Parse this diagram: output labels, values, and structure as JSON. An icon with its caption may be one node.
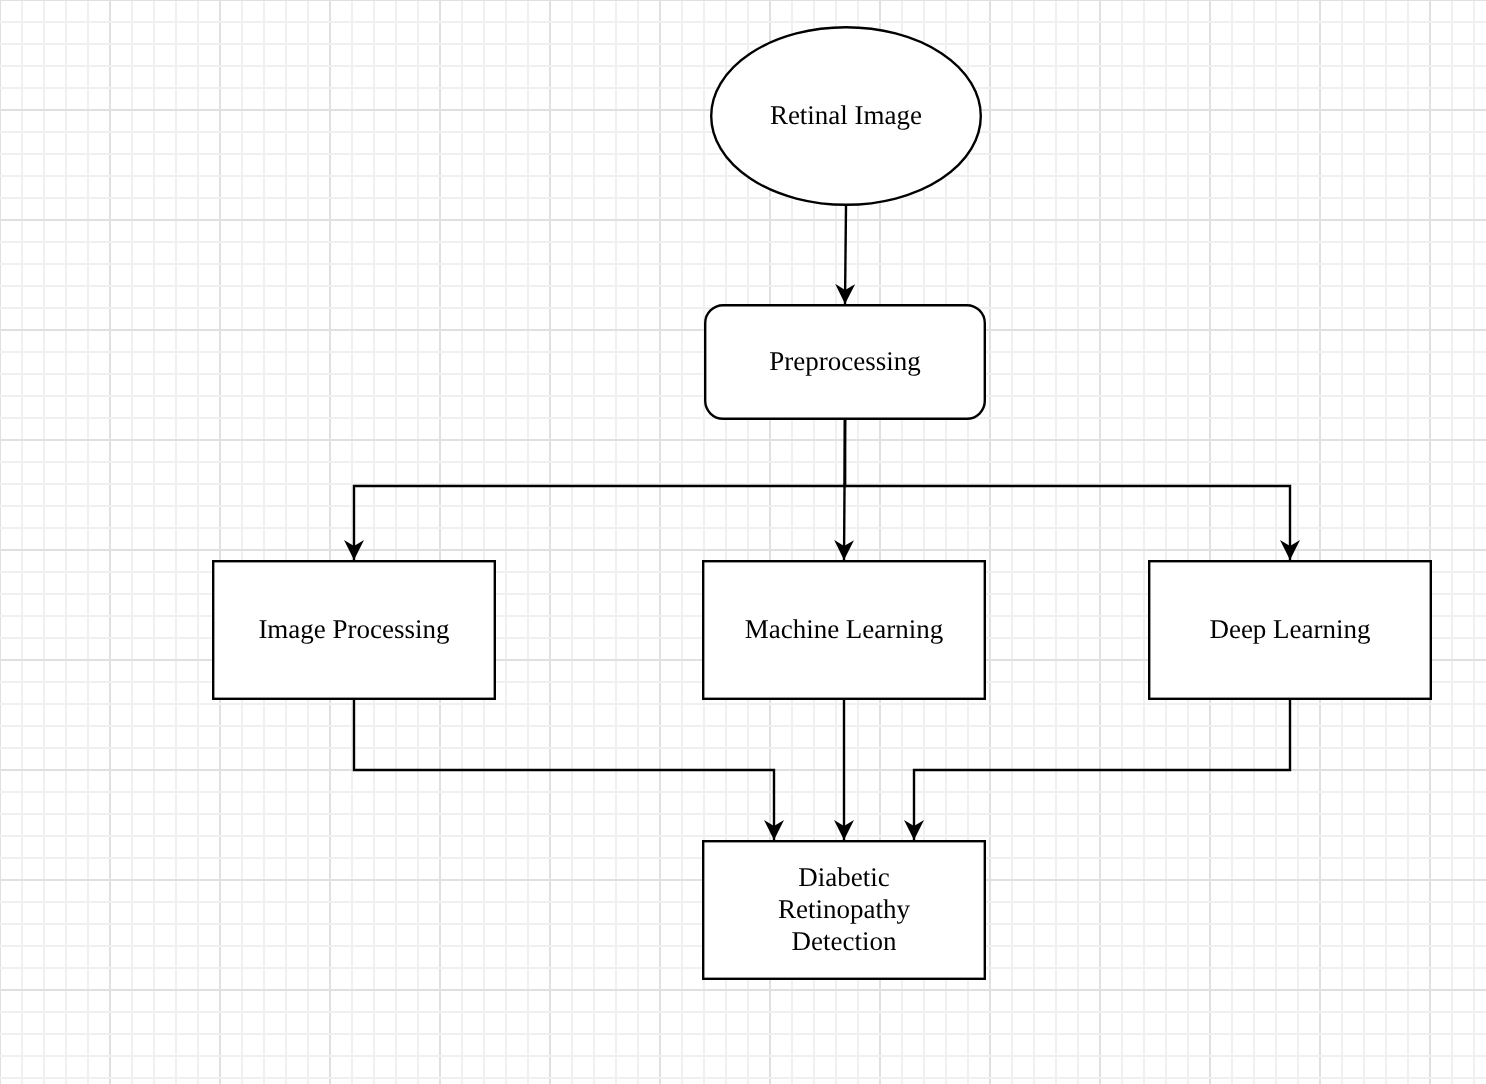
{
  "diagram": {
    "nodes": [
      {
        "text": [
          "Retinal Image"
        ]
      },
      {
        "text": [
          "Preprocessing"
        ]
      },
      {
        "text": [
          "Image Processing"
        ]
      },
      {
        "text": [
          "Machine Learning"
        ]
      },
      {
        "text": [
          "Deep Learning"
        ]
      },
      {
        "text": [
          "Diabetic Retinopathy Detection"
        ]
      }
    ],
    "edges": [
      {
        "from": 0,
        "to": 1,
        "arrow": "to"
      },
      {
        "from": 1,
        "to": 2,
        "arrow": "to"
      },
      {
        "from": 1,
        "to": 3,
        "arrow": "to"
      },
      {
        "from": 1,
        "to": 4,
        "arrow": "to"
      },
      {
        "from": 2,
        "to": 5,
        "arrow": "to"
      },
      {
        "from": 3,
        "to": 5,
        "arrow": "to"
      },
      {
        "from": 4,
        "to": 5,
        "arrow": "to"
      }
    ]
  }
}
